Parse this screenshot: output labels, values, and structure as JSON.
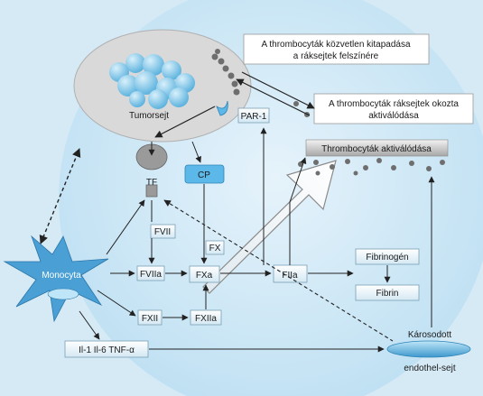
{
  "labels": {
    "tumor_cell": "Tumorsejt",
    "par1": "PAR-1",
    "tf": "TF",
    "cp": "CP",
    "monocyte": "Monocyta",
    "fvii": "FVII",
    "fviia": "FVIIa",
    "fx": "FX",
    "fxa": "FXa",
    "fiia": "FIIa",
    "fxii": "FXII",
    "fxiia": "FXIIa",
    "fibrinogen": "Fibrinogén",
    "fibrin": "Fibrin",
    "cytokines": "Il-1 Il-6 TNF-α",
    "damaged_line1": "Károsodott",
    "damaged_line2": "endothel-sejt",
    "platelet_activation": "Thrombocyták aktiválódása",
    "note1_line1": "A thrombocyták közvetlen kitapadása",
    "note1_line2": "a ráksejtek felszínére",
    "note2_line1": "A thrombocyták ráksejtek okozta",
    "note2_line2": "aktiválódása"
  },
  "colors": {
    "background": "#d6eaf6",
    "cell_circle": "#bfe0f2",
    "tumor_body": "#d9d9d9",
    "tumor_cluster": "#7fc4e6",
    "monocyte": "#4a9fd4",
    "cp_box": "#5bb8e8",
    "factor_box": "#e8f4fb",
    "platelet_dot": "#6e6e6e"
  }
}
